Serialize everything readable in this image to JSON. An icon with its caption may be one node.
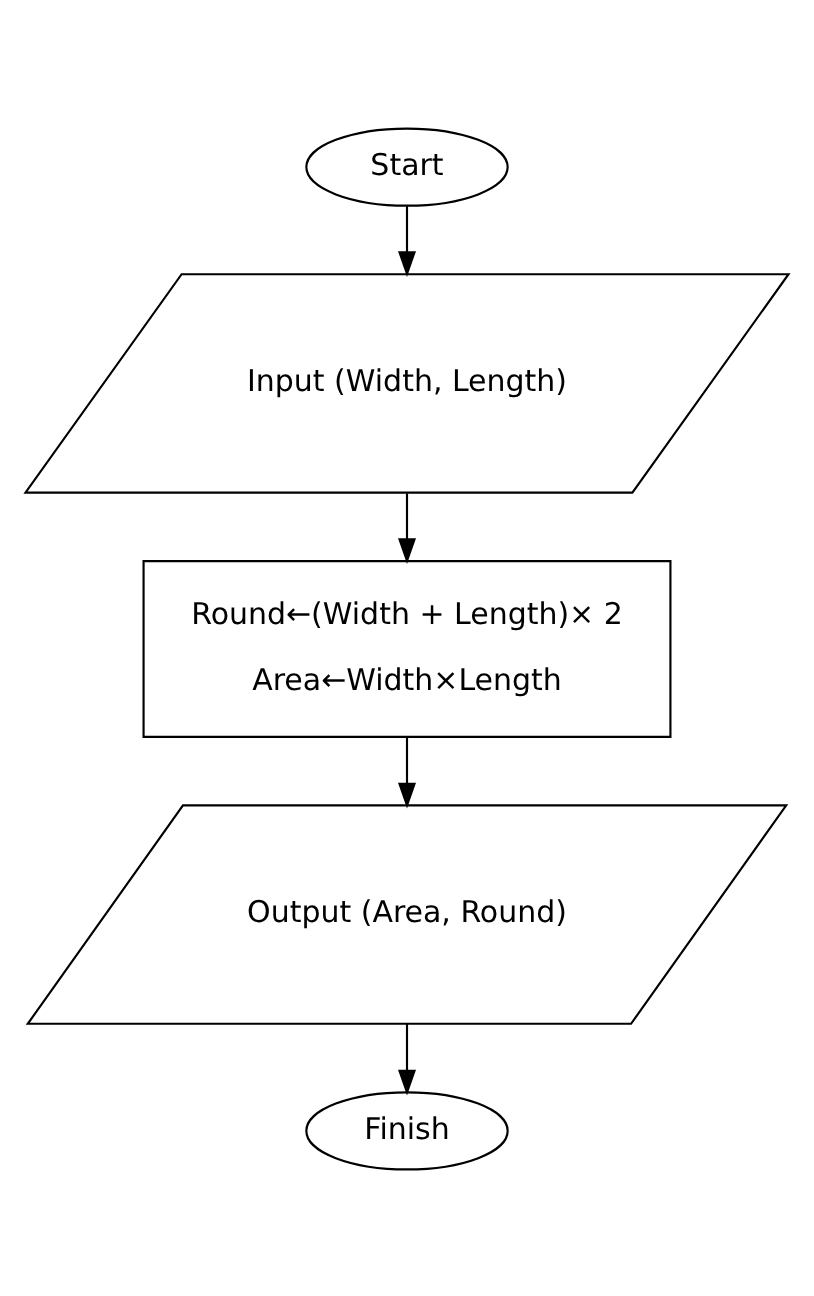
{
  "diagram": {
    "nodes": [
      {
        "text": [
          "Start"
        ]
      },
      {
        "text": [
          "Input (Width, Length)"
        ]
      },
      {
        "text": [
          "Round←(Width + Length)× 2",
          "Area←Width×Length"
        ]
      },
      {
        "text": [
          "Output (Area, Round)"
        ]
      },
      {
        "text": [
          "Finish"
        ]
      }
    ],
    "edges": [
      {
        "from": 0,
        "to": 1,
        "arrow": "to"
      },
      {
        "from": 1,
        "to": 2,
        "arrow": "to"
      },
      {
        "from": 2,
        "to": 3,
        "arrow": "to"
      },
      {
        "from": 3,
        "to": 4,
        "arrow": "to"
      }
    ]
  }
}
